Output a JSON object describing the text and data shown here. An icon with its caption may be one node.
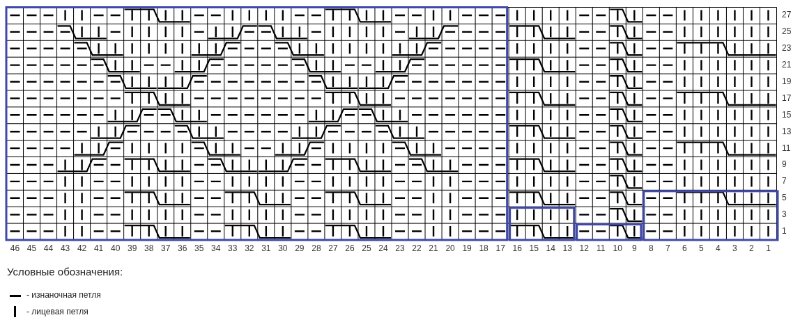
{
  "diagram": {
    "labels": [
      "27",
      "25",
      "23",
      "21",
      "19",
      "17",
      "15",
      "13",
      "11",
      "9",
      "7",
      "5",
      "3",
      "1",
      "46",
      "45",
      "44",
      "43",
      "42",
      "41",
      "40",
      "39",
      "38",
      "37",
      "36",
      "35",
      "34",
      "33",
      "32",
      "31",
      "30",
      "29",
      "28",
      "27",
      "26",
      "25",
      "24",
      "23",
      "22",
      "21",
      "20",
      "19",
      "18",
      "17",
      "16",
      "15",
      "14",
      "13",
      "12",
      "11",
      "10",
      "9",
      "8",
      "7",
      "6",
      "5",
      "4",
      "3",
      "2",
      "1",
      "Условные обозначения:"
    ],
    "legend": [
      {
        "text": "- изнаночная петля"
      },
      {
        "text": "- лицевая петля"
      }
    ]
  }
}
